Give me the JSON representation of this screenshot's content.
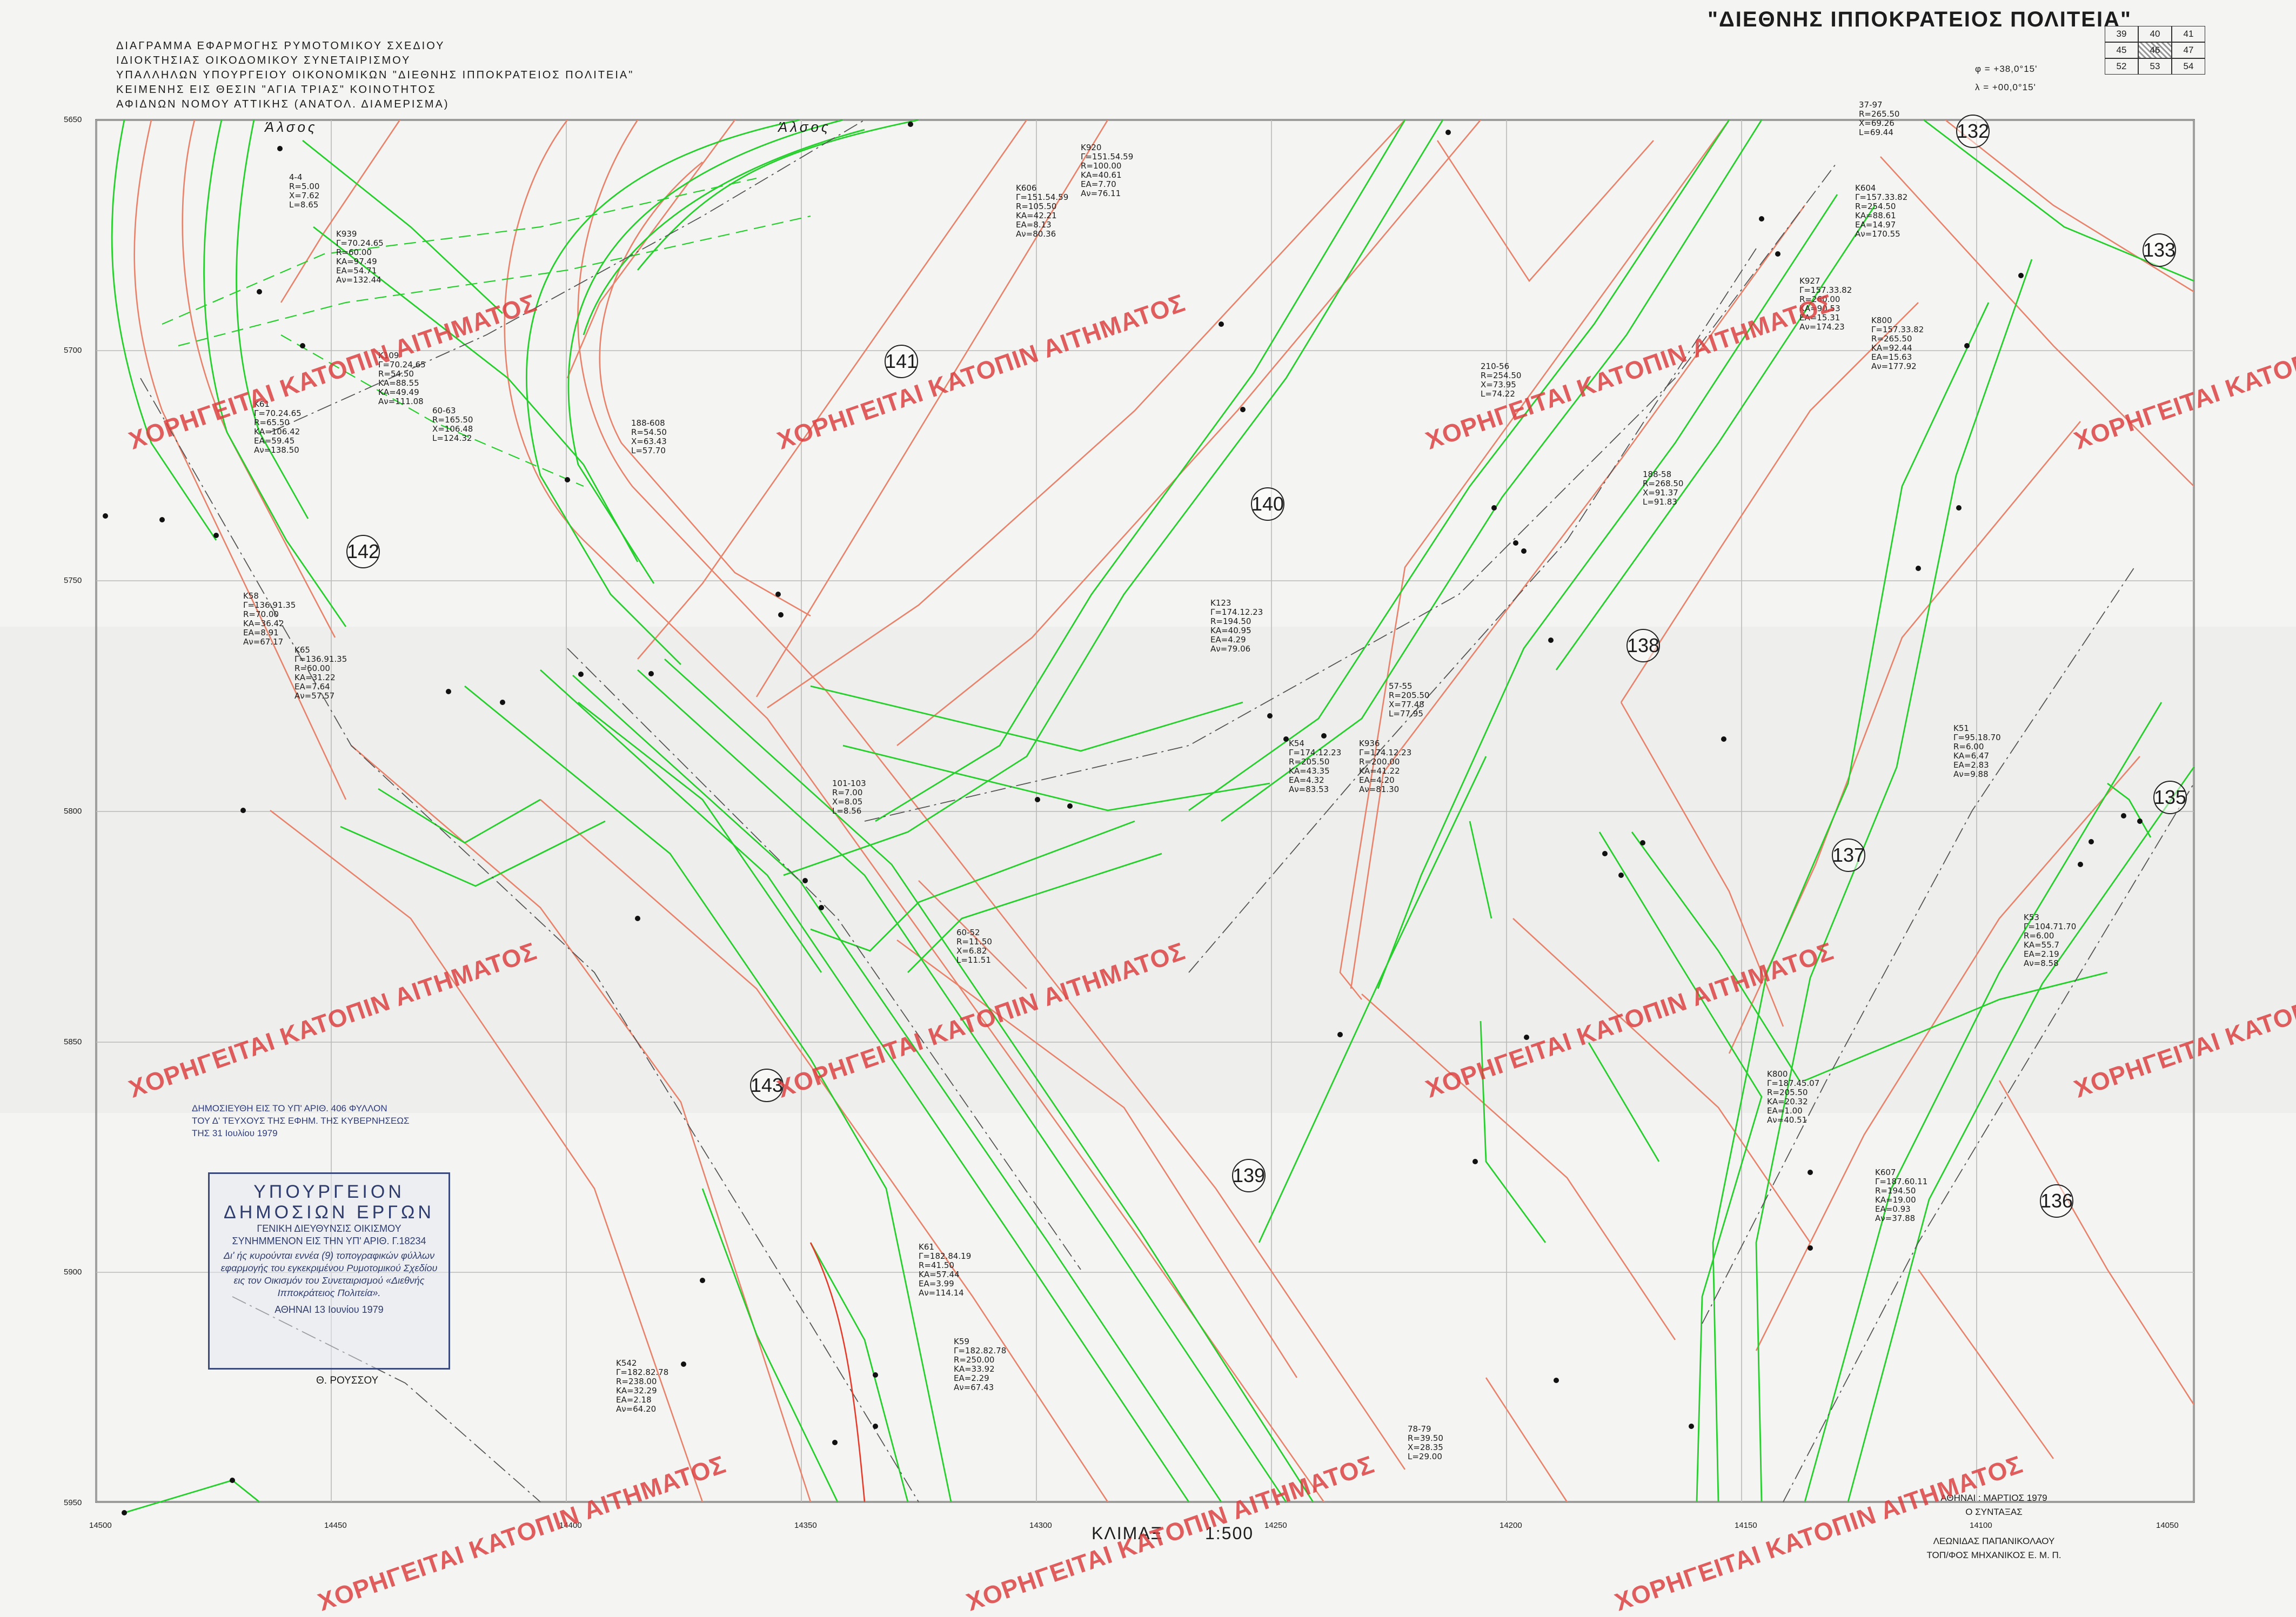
{
  "header": {
    "description_lines": [
      "ΔΙΑΓΡΑΜΜΑ ΕΦΑΡΜΟΓΗΣ ΡΥΜΟΤΟΜΙΚΟΥ ΣΧΕΔΙΟΥ",
      "ΙΔΙΟΚΤΗΣΙΑΣ ΟΙΚΟΔΟΜΙΚΟΥ ΣΥΝΕΤΑΙΡΙΣΜΟΥ",
      "ΥΠΑΛΛΗΛΩΝ ΥΠΟΥΡΓΕΙΟΥ ΟΙΚΟΝΟΜΙΚΩΝ \"ΔΙΕΘΝΗΣ ΙΠΠΟΚΡΑΤΕΙΟΣ ΠΟΛΙΤΕΙΑ\"",
      "ΚΕΙΜΕΝΗΣ ΕΙΣ ΘΕΣΙΝ \"ΑΓΙΑ ΤΡΙΑΣ\" ΚΟΙΝΟΤΗΤΟΣ",
      "ΑΦΙΔΝΩΝ ΝΟΜΟΥ ΑΤΤΙΚΗΣ (ΑΝΑΤΟΛ. ΔΙΑΜΕΡΙΣΜΑ)"
    ],
    "project_title": "\"ΔΙΕΘΝΗΣ ΙΠΠΟΚΡΑΤΕΙΟΣ ΠΟΛΙΤΕΙΑ\"",
    "phi": "φ = +38,0°15'",
    "lambda": "λ = +00,0°15'",
    "sheet_index": [
      "39",
      "40",
      "41",
      "45",
      "46",
      "47",
      "52",
      "53",
      "54"
    ],
    "current_sheet": "46"
  },
  "watermark": "ΧΟΡΗΓΕΙΤΑΙ ΚΑΤΟΠΙΝ ΑΙΤΗΜΑΤΟΣ",
  "map": {
    "labels": {
      "grove": "Άλσος"
    },
    "y_ticks": [
      "5650",
      "5700",
      "5750",
      "5800",
      "5850",
      "5900",
      "5950"
    ],
    "x_ticks": [
      "14500",
      "14450",
      "14400",
      "14350",
      "14300",
      "14250",
      "14200",
      "14150",
      "14100",
      "14050"
    ],
    "blocks": [
      "132",
      "133",
      "135",
      "136",
      "137",
      "138",
      "139",
      "140",
      "141",
      "142",
      "143"
    ],
    "annotations": [
      "Κ920\nΓ=151.54.59\nR=100.00\nΚΑ=40.61\nΕΑ=7.70\nΑν=76.11",
      "Κ606\nΓ=151.54.59\nR=105.50\nΚΑ=42.21\nΕΑ=8.13\nΑν=80.36",
      "Κ939\nΓ=70.24.65\nR=60.00\nΚΑ=97.49\nΕΑ=54.71\nΑν=132.44",
      "Κ109\nΓ=70.24.65\nR=54.50\nΚΑ=88.55\nΚΑ=49.49\nΑν=111.08",
      "Κ61\nΓ=70.24.65\nR=65.50\nΚΑ=106.42\nΕΑ=59.45\nΑν=138.50",
      "Κ58\nΓ=136.91.35\nR=70.00\nΚΑ=36.42\nΕΑ=8.91\nΑν=67.17",
      "Κ65\nΓ=136.91.35\nR=60.00\nΚΑ=31.22\nΕΑ=7.64\nΑν=57.57",
      "Κ123\nΓ=174.12.23\nR=194.50\nΚΑ=40.95\nΕΑ=4.29\nΑν=79.06",
      "Κ54\nΓ=174.12.23\nR=205.50\nΚΑ=43.35\nΕΑ=4.32\nΑν=83.53",
      "Κ936\nΓ=174.12.23\nR=200.00\nΚΑ=41.22\nΕΑ=4.20\nΑν=81.30",
      "Κ604\nΓ=157.33.82\nR=254.50\nΚΑ=88.61\nΕΑ=14.97\nΑν=170.55",
      "Κ927\nΓ=157.33.82\nR=260.00\nΚΑ=90.53\nΕΑ=15.31\nΑν=174.23",
      "Κ800\nΓ=157.33.82\nR=265.50\nΚΑ=92.44\nΕΑ=15.63\nΑν=177.92",
      "Κ51\nΓ=95.18.70\nR=6.00\nΚΑ=6.47\nΕΑ=2.83\nΑν=9.88",
      "Κ53\nΓ=104.71.70\nR=6.00\nΚΑ=55.7\nΕΑ=2.19\nΑν=8.58",
      "Κ800\nΓ=187.45.07\nR=205.50\nΚΑ=20.32\nΕΑ=1.00\nΑν=40.51",
      "Κ607\nΓ=187.60.11\nR=194.50\nΚΑ=19.00\nΕΑ=0.93\nΑν=37.88",
      "Κ61\nΓ=182.84.19\nR=41.50\nΚΑ=57.44\nΕΑ=3.99\nΑν=114.14",
      "Κ59\nΓ=182.82.78\nR=250.00\nΚΑ=33.92\nΕΑ=2.29\nΑν=67.43",
      "Κ542\nΓ=182.82.78\nR=238.00\nΚΑ=32.29\nΕΑ=2.18\nΑν=64.20",
      "188-608\nR=54.50\nΧ=63.43\nL=57.70",
      "188-58\nR=268.50\nΧ=91.37\nL=91.83",
      "210-56\nR=254.50\nΧ=73.95\nL=74.22",
      "57-55\nR=205.50\nΧ=77.48\nL=77.95",
      "101-103\nR=7.00\nΧ=8.05\nL=8.56",
      "60-52\nR=11.50\nΧ=6.82\nL=11.51",
      "78-79\nR=39.50\nΧ=28.35\nL=29.00",
      "60-63\nR=165.50\nΧ=106.48\nL=124.32",
      "37-97\nR=265.50\nΧ=69.26\nL=69.44",
      "4-4\nR=5.00\nΧ=7.62\nL=8.65"
    ]
  },
  "publication": {
    "line1": "ΔΗΜΟΣΙΕΥΘΗ ΕΙΣ ΤΟ ΥΠ' ΑΡΙΘ. 406 ΦΥΛΛΟΝ",
    "line2": "ΤΟΥ Δ' ΤΕΥΧΟΥΣ ΤΗΣ ΕΦΗΜ. ΤΗΣ ΚΥΒΕΡΝΗΣΕΩΣ",
    "line3": "ΤΗΣ 31 Ιουλίου 1979"
  },
  "stamp": {
    "ministry": "ΥΠΟΥΡΓΕΙΟΝ ΔΗΜΟΣΙΩΝ ΕΡΓΩΝ",
    "directorate": "ΓΕΝΙΚΗ ΔΙΕΥΘΥΝΣΙΣ ΟΙΚΙΣΜΟΥ",
    "protocol": "ΣΥΝΗΜΜΕΝΟΝ ΕΙΣ ΤΗΝ ΥΠ' ΑΡΙΘ. Γ.18234",
    "text": "Δι' ής κυρούνται εννέα (9) τοπογραφικών φύλλων εφαρμογής του εγκεκριμένου Ρυμοτομικού Σχεδίου εις τον Οικισμόν του Συνεταιρισμού «Διεθνής Ιπποκράτειος Πολιτεία».",
    "date": "ΑΘΗΝΑΙ 13 Ιουνίου 1979",
    "signature": "Θ. ΡΟΥΣΣΟΥ"
  },
  "footer": {
    "scale_label": "ΚΛΙΜΑΞ",
    "scale_value": "1:500",
    "place_date": "ΑΘΗΝΑΙ : ΜΑΡΤΙΟΣ 1979",
    "author_title": "Ο ΣΥΝΤΑΞΑΣ",
    "author_name": "ΛΕΩΝΙΔΑΣ ΠΑΠΑΝΙΚΟΛΑΟΥ",
    "author_role": "ΤΟΠ/ΦΟΣ ΜΗΧΑΝΙΚΟΣ Ε. Μ. Π."
  },
  "colors": {
    "street": "#27cf2d",
    "property": "#e8826a",
    "grid": "#b9bab7",
    "watermark": "#dc3c3c",
    "ink": "#1c1c1c"
  }
}
